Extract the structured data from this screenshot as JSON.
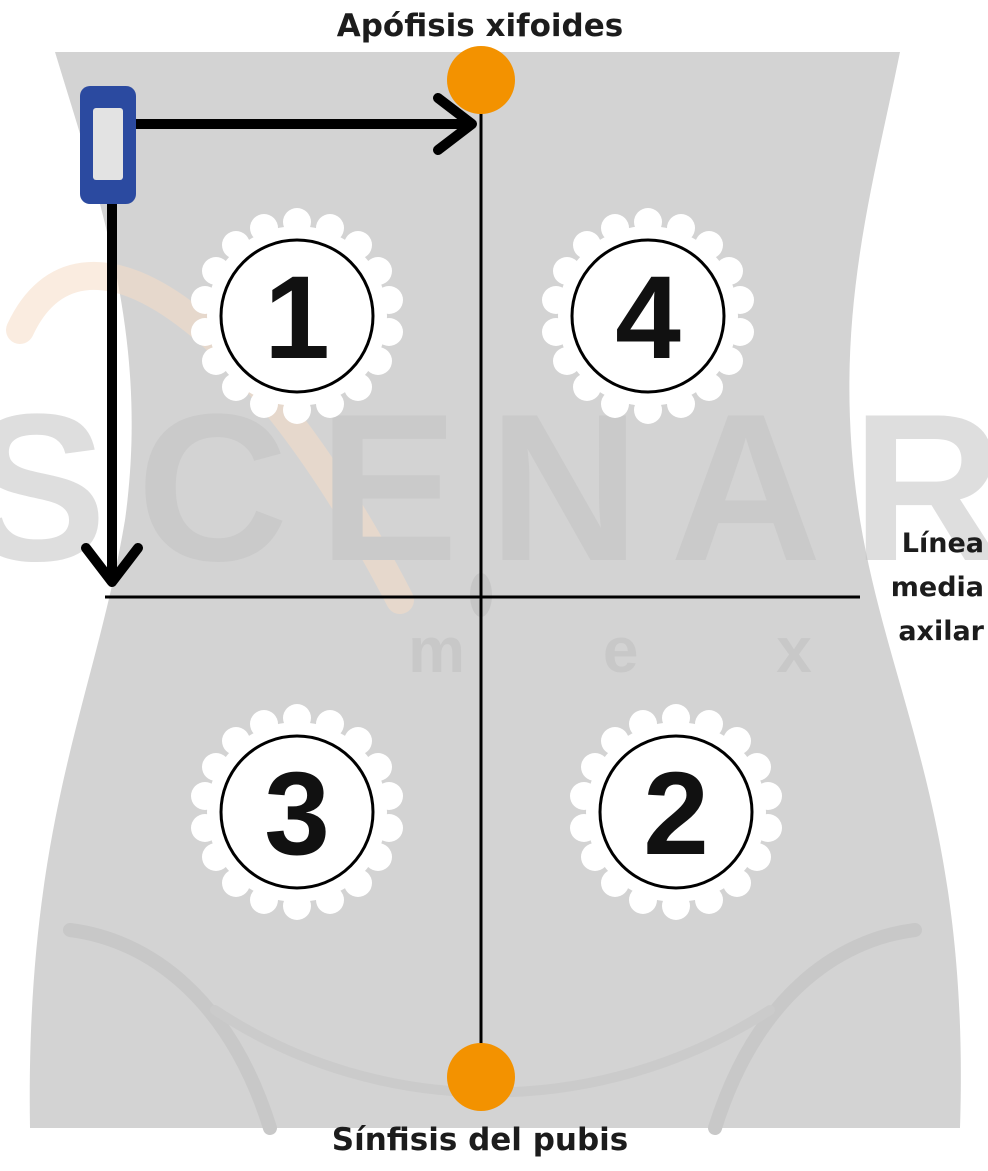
{
  "labels": {
    "top": "Apófisis xifoides",
    "bottom": "Sínfisis del pubis",
    "right_line1": "Línea",
    "right_line2": "media",
    "right_line3": "axilar"
  },
  "quadrants": {
    "q1": "1",
    "q2": "2",
    "q3": "3",
    "q4": "4"
  },
  "watermark": {
    "brand": "SCENAR",
    "sub": "m e x"
  },
  "colors": {
    "body": "#d3d3d3",
    "marker": "#f39200",
    "device": "#2b4aa0",
    "line": "#000000"
  }
}
